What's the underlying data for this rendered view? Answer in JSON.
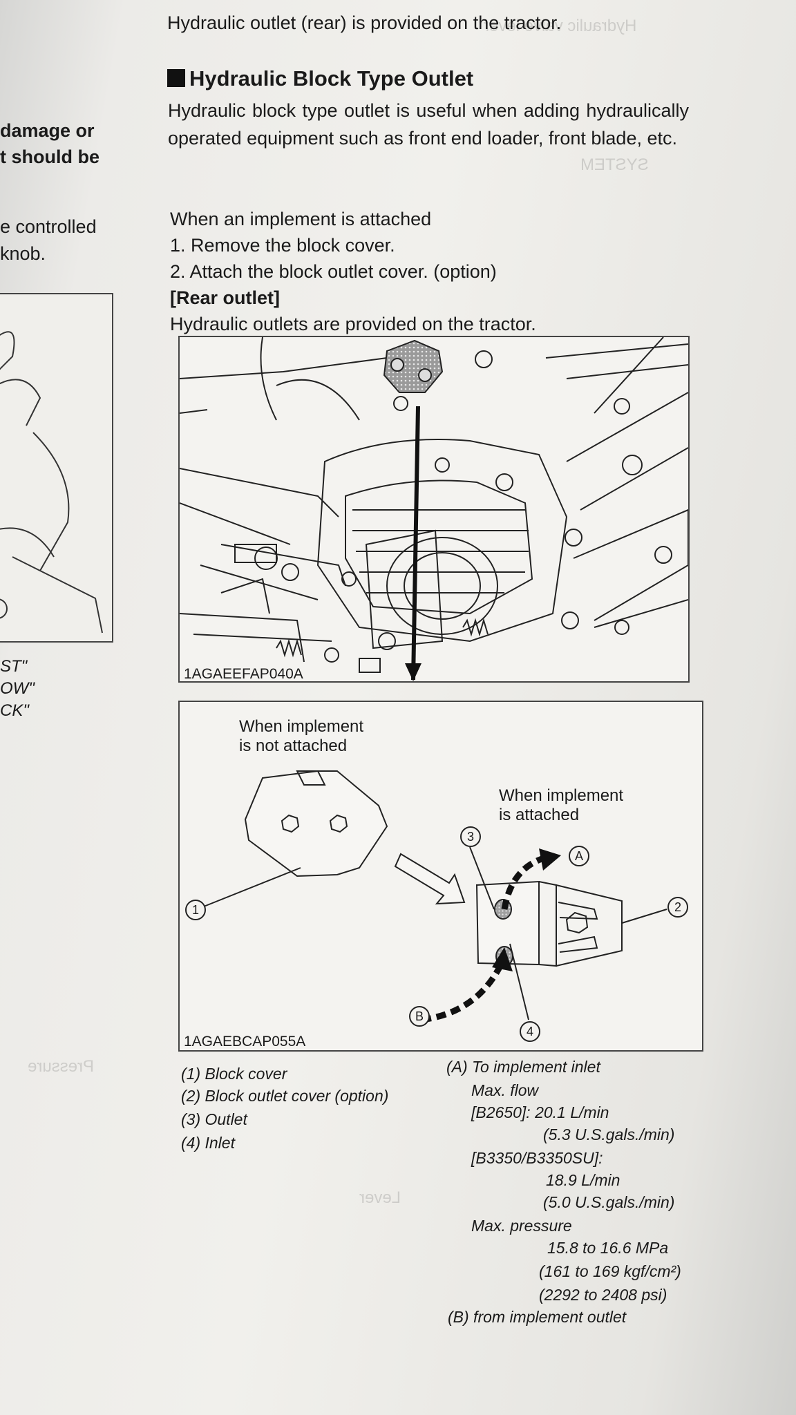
{
  "top_line": "Hydraulic outlet (rear) is provided on the tractor.",
  "section": {
    "title": "Hydraulic Block Type Outlet",
    "paragraph": "Hydraulic block type outlet is useful when adding hydraulically operated equipment such as front end loader, front blade, etc."
  },
  "steps": {
    "intro": "When an implement is attached",
    "step1": "1. Remove the block cover.",
    "step2": "2. Attach the block outlet cover. (option)"
  },
  "rear": {
    "heading": "[Rear outlet]",
    "text": "Hydraulic outlets are provided on the tractor."
  },
  "left_fragments": {
    "f1": "damage or",
    "f2": "t should be",
    "f3": "e controlled",
    "f4": "knob.",
    "f5": "ST\"",
    "f6": "OW\"",
    "f7": "CK\""
  },
  "figure1": {
    "code": "1AGAEEFAP040A"
  },
  "figure2": {
    "code": "1AGAEBCAP055A",
    "not_attached": [
      "When implement",
      "is not attached"
    ],
    "attached": [
      "When implement",
      "is attached"
    ],
    "markers": {
      "m1": "1",
      "m2": "2",
      "m3": "3",
      "m4": "4",
      "mA": "A",
      "mB": "B"
    }
  },
  "legend_left": [
    "(1) Block cover",
    "(2) Block outlet cover (option)",
    "(3) Outlet",
    "(4) Inlet"
  ],
  "legend_right": {
    "a_title": "(A) To implement inlet",
    "max_flow": "Max. flow",
    "b2650": "[B2650]: 20.1 L/min",
    "b2650_gal": "(5.3 U.S.gals./min)",
    "b3350": "[B3350/B3350SU]:",
    "b3350_lmin": "18.9 L/min",
    "b3350_gal": "(5.0 U.S.gals./min)",
    "max_pressure": "Max. pressure",
    "mpa": "15.8 to 16.6 MPa",
    "kgf": "(161 to 169 kgf/cm²)",
    "psi": "(2292 to 2408 psi)",
    "b_title": "(B) from implement outlet"
  },
  "colors": {
    "paper": "#f1f0ec",
    "ink": "#1a1a1a",
    "stipple": "#7a7a7a"
  }
}
